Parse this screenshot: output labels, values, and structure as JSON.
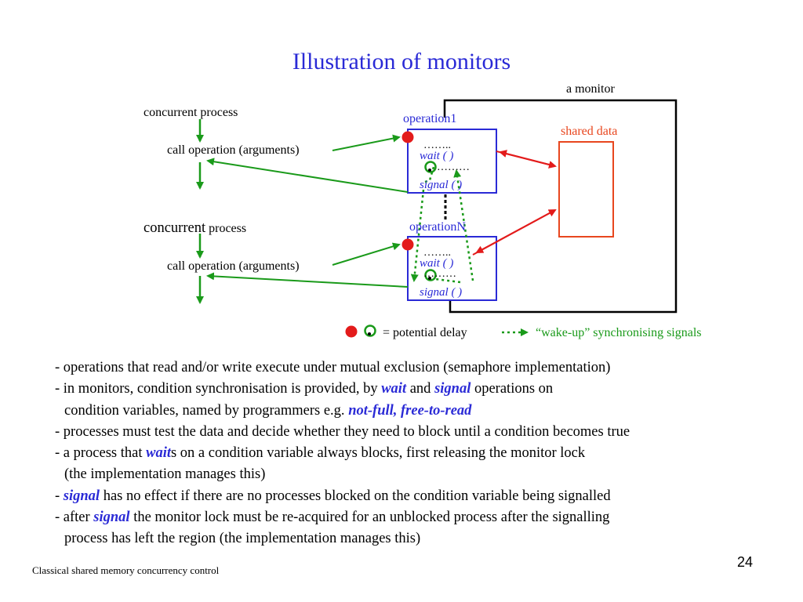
{
  "slide": {
    "title": "Illustration of monitors",
    "footer": "Classical shared memory concurrency control",
    "page_number": "24"
  },
  "diagram": {
    "monitor_label": "a monitor",
    "shared_data_label": "shared data",
    "process1": {
      "label": "concurrent process",
      "call": "call operation (arguments)"
    },
    "process2": {
      "label_big": "concurrent",
      "label_rest": " process",
      "call": "call operation (arguments)"
    },
    "operation1": {
      "name": "operation1",
      "dots1": "……..",
      "wait": "wait ( )",
      "dots2": "………",
      "signal_word": "signal",
      "signal_rest": " ( )"
    },
    "operationN": {
      "name": "operationN",
      "dots1": "……..",
      "wait": "wait ( )",
      "dots2": "………",
      "signal_word": "signal",
      "signal_rest": " ( )"
    },
    "legend": {
      "delay": "= potential delay",
      "wakeup": "“wake-up” synchronising signals"
    },
    "colors": {
      "blue": "#2a2ad6",
      "green": "#1a9a1a",
      "red": "#e31b1b",
      "orange": "#e8461e"
    }
  },
  "bullets": [
    {
      "segments": [
        {
          "text": "- operations that read and/or write execute under mutual exclusion (semaphore implementation)"
        }
      ]
    },
    {
      "segments": [
        {
          "text": "- in monitors, condition synchronisation is provided, by "
        },
        {
          "text": "wait",
          "em": true
        },
        {
          "text": " and "
        },
        {
          "text": "signal",
          "em": true
        },
        {
          "text": " operations on"
        }
      ]
    },
    {
      "indent": true,
      "segments": [
        {
          "text": "condition variables, named by programmers e.g. "
        },
        {
          "text": "not-full, free-to-read",
          "em": true
        }
      ]
    },
    {
      "segments": [
        {
          "text": "- processes must test the data and decide whether they need to block until a condition becomes true"
        }
      ]
    },
    {
      "segments": [
        {
          "text": "- a process that "
        },
        {
          "text": "wait",
          "em": true
        },
        {
          "text": "s on a condition variable always blocks, first releasing the monitor lock"
        }
      ]
    },
    {
      "indent": true,
      "segments": [
        {
          "text": "(the implementation manages this)"
        }
      ]
    },
    {
      "segments": [
        {
          "text": "- "
        },
        {
          "text": "signal",
          "em": true
        },
        {
          "text": " has no effect if there are no processes blocked on the condition variable being signalled"
        }
      ]
    },
    {
      "segments": [
        {
          "text": "- after "
        },
        {
          "text": "signal",
          "em": true
        },
        {
          "text": " the monitor lock must be re-acquired for an unblocked process after the signalling"
        }
      ]
    },
    {
      "indent": true,
      "segments": [
        {
          "text": "process has left the region (the implementation manages this)"
        }
      ]
    }
  ]
}
